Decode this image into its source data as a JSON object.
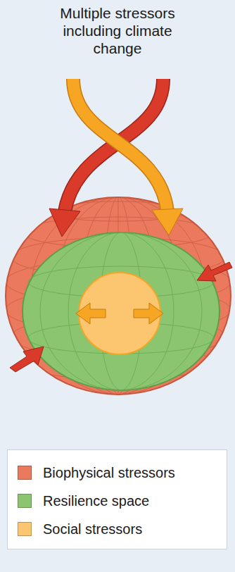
{
  "diagram": {
    "title": "Multiple stressors including climate change",
    "legend": [
      {
        "text": "Biophysical stressors",
        "color": "#ea7a5e"
      },
      {
        "text": "Resilience space",
        "color": "#8cc56f"
      },
      {
        "text": "Social stressors",
        "color": "#fbc66f"
      }
    ]
  }
}
